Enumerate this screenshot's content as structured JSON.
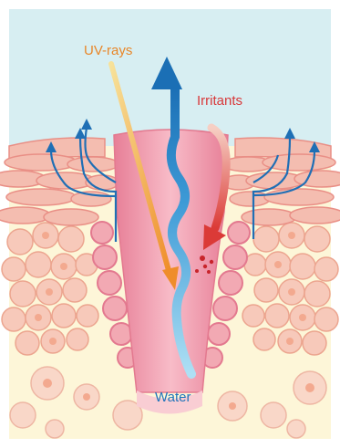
{
  "labels": {
    "uv_rays": "UV-rays",
    "irritants": "Irritants",
    "water": "Water"
  },
  "colors": {
    "uv_label": "#e8872a",
    "irritants_label": "#d8383a",
    "water_label": "#1f74bb",
    "sky": "#d7eef2",
    "background": "#fdf6d8",
    "skin_layer": "#f4bdb0",
    "cells": "#f7c9ba",
    "follicle": "#ec8ea3",
    "water_arrow": "#1b7ec2"
  }
}
